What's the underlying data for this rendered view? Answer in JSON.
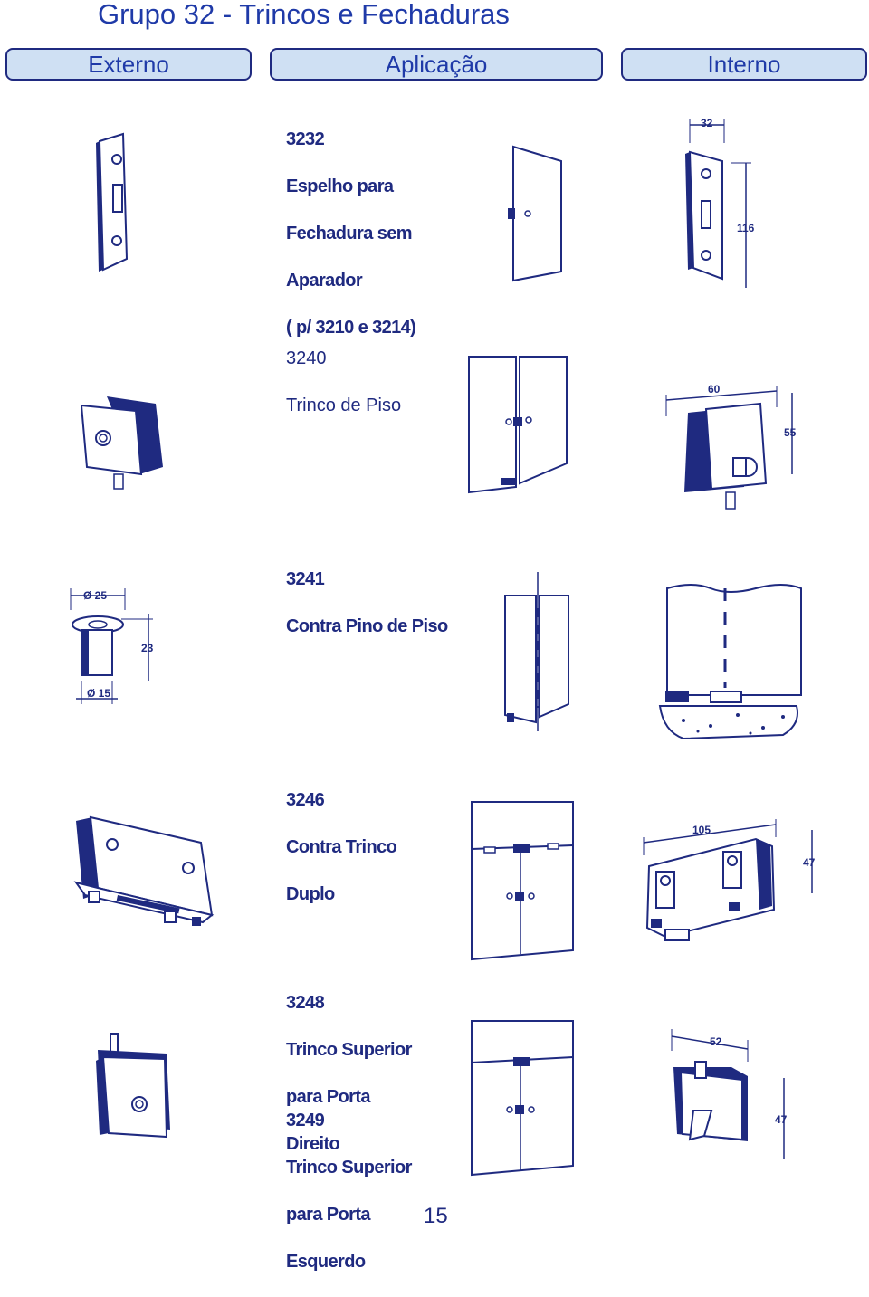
{
  "header": {
    "title": "Grupo 32 - Trincos e Fechaduras"
  },
  "tabs": [
    {
      "label": "Externo"
    },
    {
      "label": "Aplicação"
    },
    {
      "label": "Interno"
    }
  ],
  "items": [
    {
      "code": "3232",
      "lines": [
        "Espelho para",
        "Fechadura sem",
        "Aparador",
        "( p/ 3210 e 3214)"
      ],
      "dims": [
        "32",
        "116"
      ]
    },
    {
      "code": "3240",
      "lines": [
        "Trinco de Piso"
      ],
      "dims": [
        "60",
        "55"
      ]
    },
    {
      "code": "3241",
      "lines": [
        "Contra Pino de Piso"
      ],
      "dims": [
        "Ø 25",
        "23",
        "Ø 15"
      ]
    },
    {
      "code": "3246",
      "lines": [
        "Contra Trinco",
        "Duplo"
      ],
      "dims": [
        "105",
        "47"
      ]
    },
    {
      "code": "3248",
      "lines": [
        "Trinco Superior",
        "para Porta",
        "Direito"
      ],
      "dims": [
        "52",
        "47"
      ]
    },
    {
      "code": "3249",
      "lines": [
        "Trinco Superior",
        "para Porta",
        "Esquerdo"
      ]
    }
  ],
  "footer": {
    "page_number": "15"
  },
  "colors": {
    "ink": "#1f2a80",
    "tab_fill": "#cfe0f3",
    "title": "#1f3aa8"
  }
}
